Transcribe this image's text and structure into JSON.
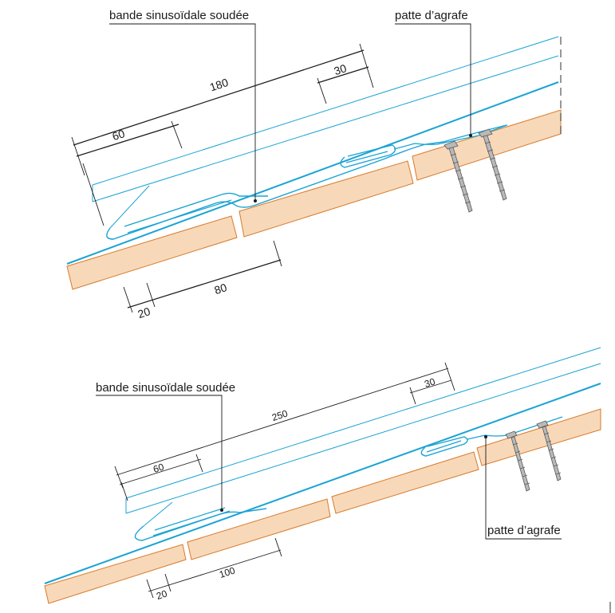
{
  "top": {
    "callout_left": "bande sinusoïdale soudée",
    "callout_right": "patte d’agrafe",
    "dim_total": "180",
    "dim_left": "60",
    "dim_right": "30",
    "dim_gap": "20",
    "dim_board": "80"
  },
  "bottom": {
    "callout_left": "bande sinusoïdale soudée",
    "callout_right": "patte d’agrafe",
    "dim_total": "250",
    "dim_left": "60",
    "dim_right": "30",
    "dim_gap": "20",
    "dim_board": "100"
  },
  "colors": {
    "zinc": "#1aa3d4",
    "board_fill": "#f7d9b9",
    "board_edge": "#d97a2b",
    "dimension": "#1a1a1a"
  }
}
